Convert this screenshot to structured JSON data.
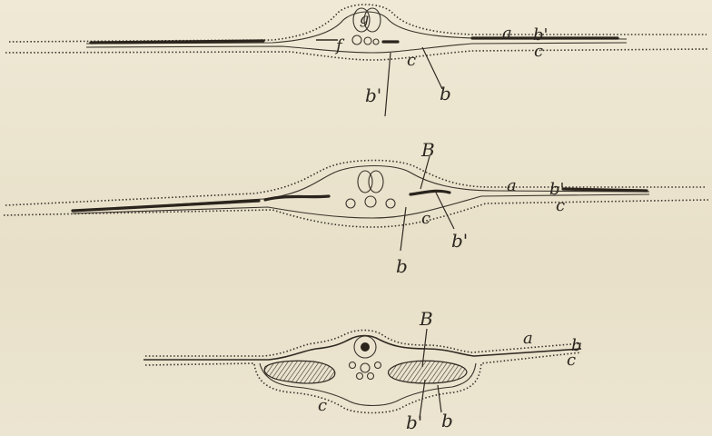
{
  "figure": {
    "panel1": {
      "labels": {
        "a": "a",
        "b1_right": "b'",
        "c_right": "c",
        "f": "f",
        "g": "g",
        "c_mid": "c",
        "b1_bottom": "b'",
        "b_bottom": "b"
      }
    },
    "panel2": {
      "labels": {
        "B": "B",
        "a": "a",
        "b1_right": "b'",
        "c_right": "c",
        "c_mid": "c",
        "b_bottom": "b",
        "b1_bottom": "b'"
      }
    },
    "panel3": {
      "labels": {
        "B": "B",
        "a": "a",
        "b_right": "b",
        "c_right": "c",
        "c_bottom": "c",
        "b1_bottom": "b'",
        "b_bottom": "b"
      }
    }
  }
}
